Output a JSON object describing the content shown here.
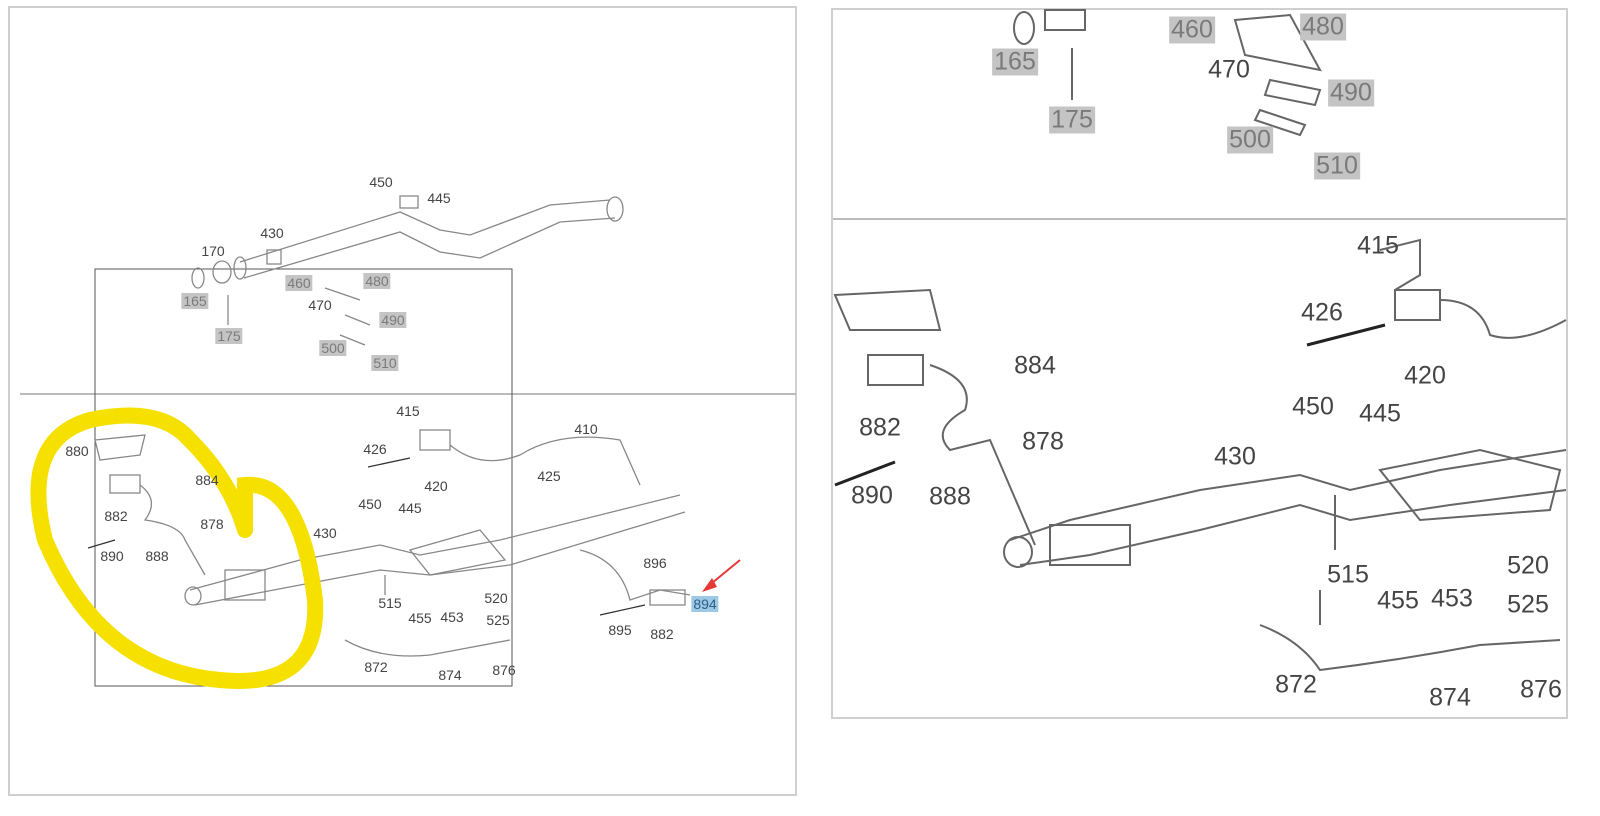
{
  "left_diagram": {
    "top_labels": [
      "450",
      "445",
      "430",
      "170",
      "165",
      "175",
      "460",
      "480",
      "470",
      "490",
      "500",
      "510"
    ],
    "bottom_labels": [
      "410",
      "415",
      "426",
      "420",
      "425",
      "880",
      "884",
      "882",
      "878",
      "890",
      "888",
      "430",
      "450",
      "445",
      "515",
      "455",
      "453",
      "520",
      "525",
      "872",
      "874",
      "876",
      "896",
      "894",
      "895",
      "882"
    ],
    "highlighted_part": "894",
    "annotation_color": "#f5e000",
    "arrow_color": "#e53935"
  },
  "right_diagram": {
    "top_labels": [
      "165",
      "175",
      "460",
      "480",
      "470",
      "490",
      "500",
      "510"
    ],
    "bottom_labels": [
      "415",
      "426",
      "420",
      "884",
      "882",
      "878",
      "890",
      "888",
      "450",
      "445",
      "430",
      "515",
      "520",
      "455",
      "453",
      "525",
      "872",
      "874",
      "876"
    ]
  }
}
